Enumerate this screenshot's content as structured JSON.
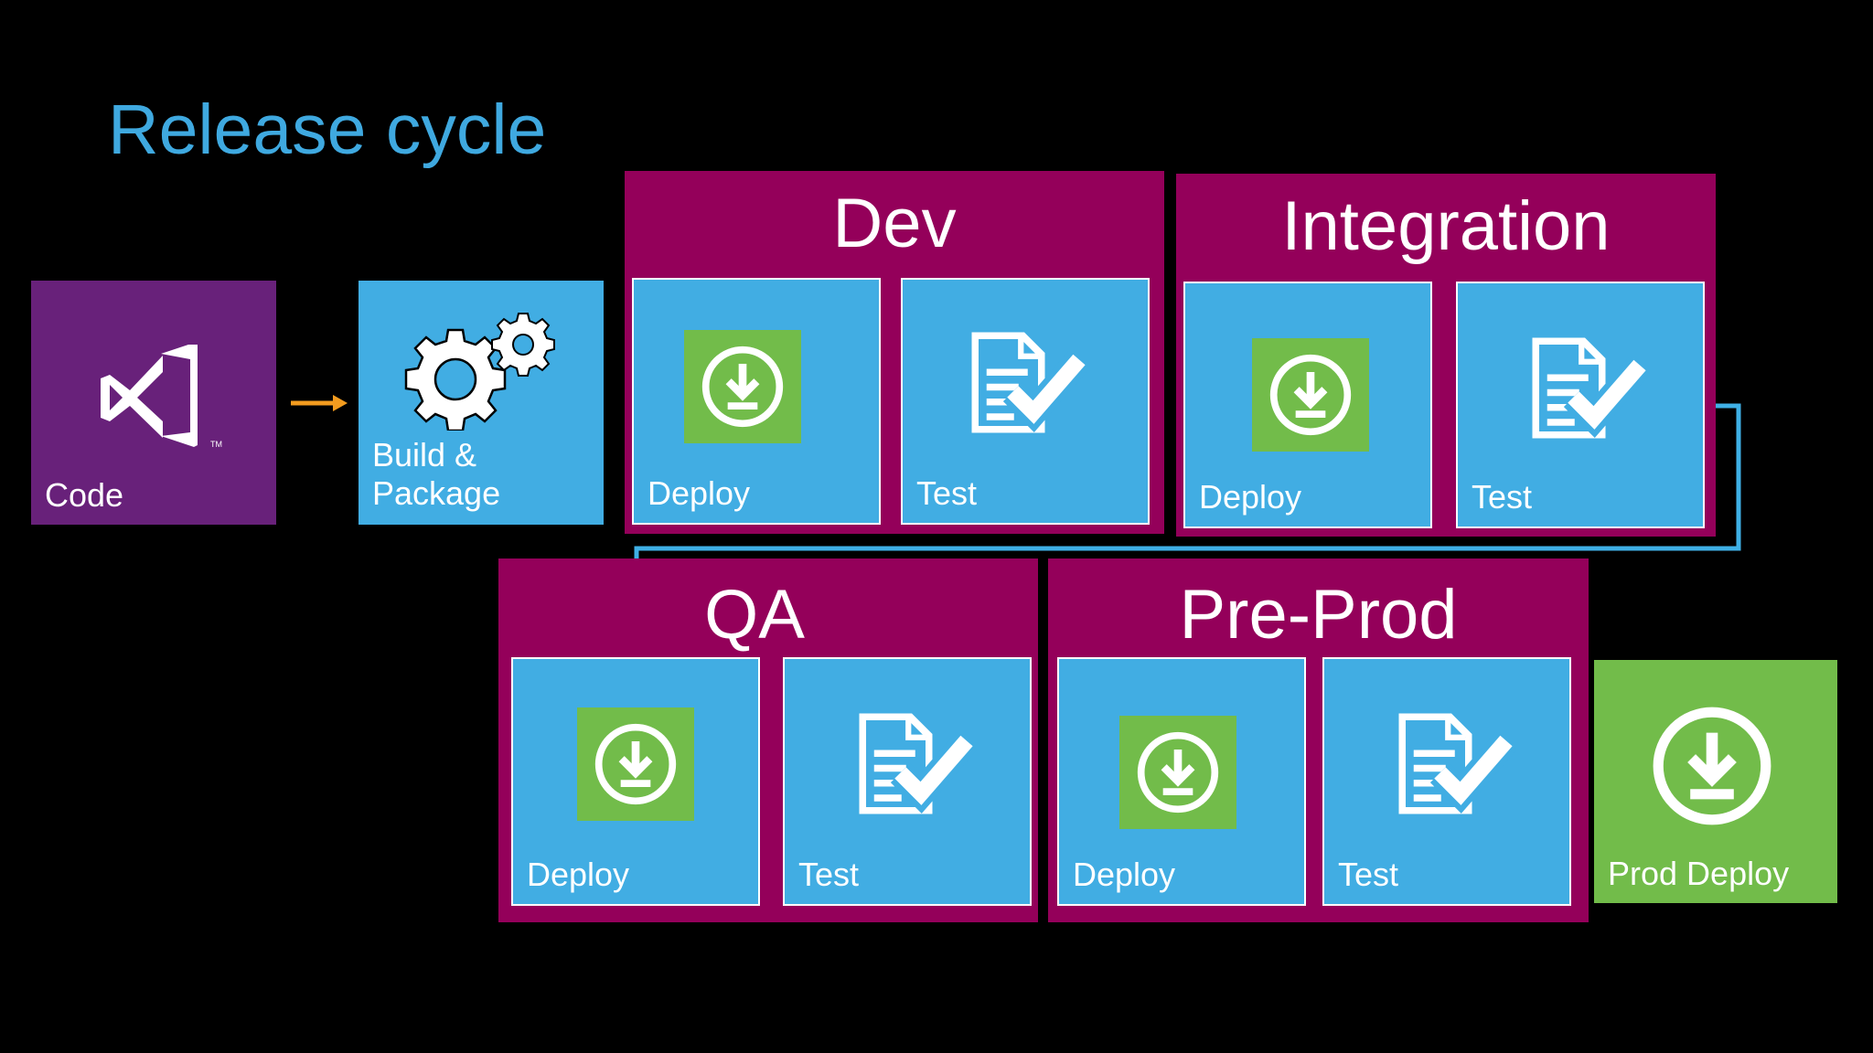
{
  "title": "Release cycle",
  "colors": {
    "title": "#3fa9e0",
    "stage": "#94005a",
    "tile_blue": "#41ade3",
    "tile_purple": "#68217a",
    "deploy_green": "#72bc4a",
    "arrow_orange": "#f39c1f",
    "connector_blue": "#3fb0e6"
  },
  "code": {
    "label": "Code",
    "icon": "visual-studio-icon"
  },
  "build": {
    "label_line1": "Build &",
    "label_line2": "Package",
    "icon": "gears-icon"
  },
  "stages": {
    "dev": {
      "title": "Dev",
      "deploy_label": "Deploy",
      "test_label": "Test"
    },
    "integration": {
      "title": "Integration",
      "deploy_label": "Deploy",
      "test_label": "Test"
    },
    "qa": {
      "title": "QA",
      "deploy_label": "Deploy",
      "test_label": "Test"
    },
    "preprod": {
      "title": "Pre-Prod",
      "deploy_label": "Deploy",
      "test_label": "Test"
    }
  },
  "prod": {
    "label": "Prod Deploy",
    "icon": "download-circle-icon"
  }
}
